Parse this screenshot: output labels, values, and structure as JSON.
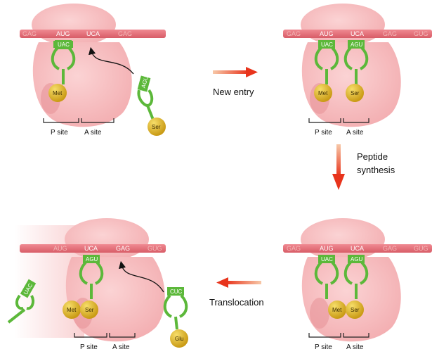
{
  "colors": {
    "ribosome": "#f6b6b8",
    "ribosome_shadow": "#e79499",
    "mrna": "#e8707a",
    "trna": "#5cb83a",
    "amino": "#e3b92a",
    "arrow": "#e8341c"
  },
  "panels": {
    "p1": {
      "codons": [
        "GAG",
        "AUG",
        "UCA",
        "GAG"
      ],
      "trna_p_anticodon": "UAC",
      "trna_p_amino": "Met",
      "incoming_anticodon": "AGU",
      "incoming_amino": "Ser",
      "p_site": "P site",
      "a_site": "A site"
    },
    "p2": {
      "codons": [
        "GAG",
        "AUG",
        "UCA",
        "GAG",
        "GUG"
      ],
      "trna_p_anticodon": "UAC",
      "trna_p_amino": "Met",
      "trna_a_anticodon": "AGU",
      "trna_a_amino": "Ser",
      "p_site": "P site",
      "a_site": "A site"
    },
    "p3": {
      "codons": [
        "GAG",
        "AUG",
        "UCA",
        "GAG",
        "GUG"
      ],
      "trna_p_anticodon": "UAC",
      "trna_p_amino": "Met",
      "trna_a_anticodon": "AGU",
      "trna_a_amino": "Ser",
      "p_site": "P site",
      "a_site": "A site"
    },
    "p4": {
      "codons": [
        "AUG",
        "UCA",
        "GAG",
        "GUG"
      ],
      "leaving_anticodon": "UAC",
      "trna_p_anticodon": "AGU",
      "trna_p_amino_1": "Met",
      "trna_p_amino_2": "Ser",
      "incoming_anticodon": "CUC",
      "incoming_amino": "Glu",
      "p_site": "P site",
      "a_site": "A site"
    }
  },
  "steps": {
    "new_entry": "New entry",
    "peptide_1": "Peptide",
    "peptide_2": "synthesis",
    "translocation": "Translocation"
  }
}
